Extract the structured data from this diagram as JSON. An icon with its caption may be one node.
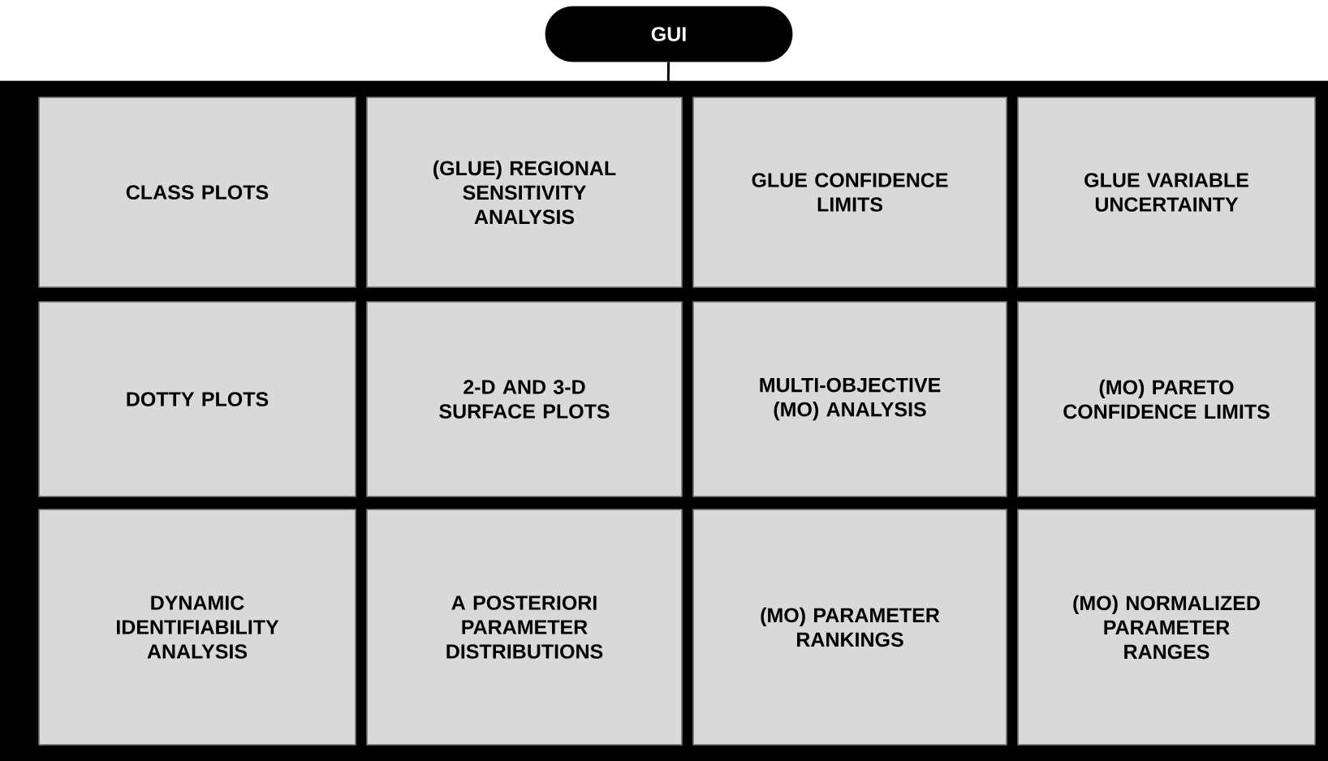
{
  "diagram": {
    "nodes": [
      {
        "text": [
          "GUI"
        ]
      },
      {
        "text": [],
        "shape": "box"
      },
      {
        "text": [
          "CLASS PLOTS"
        ],
        "in": 1
      },
      {
        "text": [
          "(GLUE) REGIONAL SENSITIVITY ANALYSIS"
        ],
        "in": 1
      },
      {
        "text": [
          "GLUE CONFIDENCE LIMITS"
        ],
        "in": 1
      },
      {
        "text": [
          "GLUE VARIABLE UNCERTAINTY"
        ],
        "in": 1
      },
      {
        "text": [
          "DOTTY PLOTS"
        ],
        "in": 1
      },
      {
        "text": [
          "2-D AND 3-D SURFACE PLOTS"
        ],
        "in": 1
      },
      {
        "text": [
          "MULTI-OBJECTIVE (MO) ANALYSIS"
        ],
        "in": 1
      },
      {
        "text": [
          "(MO) PARETO CONFIDENCE LIMITS"
        ],
        "in": 1
      },
      {
        "text": [
          "DYNAMIC IDENTIFIABILITY ANALYSIS"
        ],
        "in": 1
      },
      {
        "text": [
          "A POSTERIORI PARAMETER DISTRIBUTIONS"
        ],
        "in": 1
      },
      {
        "text": [
          "(MO) PARAMETER RANKINGS"
        ],
        "in": 1
      },
      {
        "text": [
          "(MO) NORMALIZED PARAMETER RANGES"
        ],
        "in": 1
      }
    ],
    "edges": [
      {
        "from": 0,
        "to": 1,
        "arrow": "none"
      }
    ]
  }
}
